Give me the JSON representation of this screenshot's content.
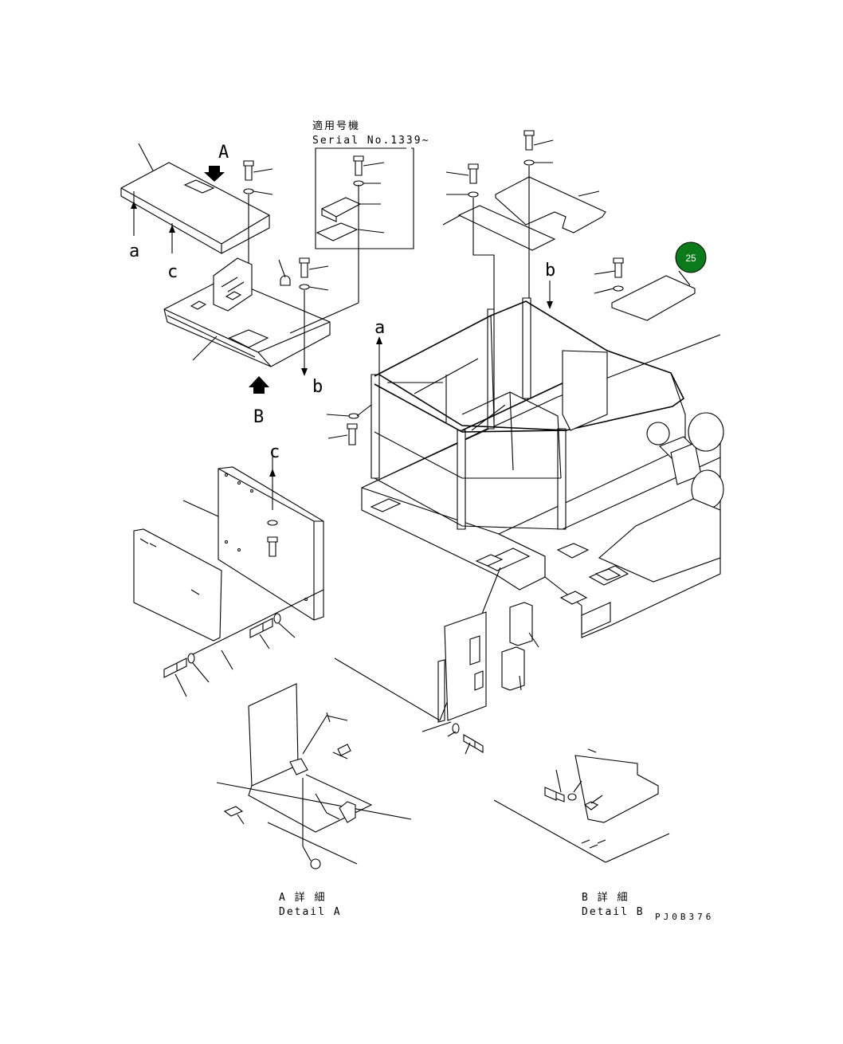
{
  "applicability": {
    "jp": "適用号機",
    "serial": "Serial No.1339~"
  },
  "view_letters": {
    "A_top": "A",
    "B_arrow": "B",
    "a_left": "a",
    "c_left": "c",
    "b_top": "b",
    "b_mid": "b",
    "a_frame": "a",
    "c_panel": "c"
  },
  "details": {
    "detail_a_jp": "A 詳 細",
    "detail_a_en": "Detail A",
    "detail_b_jp": "B 詳 細",
    "detail_b_en": "Detail B"
  },
  "drawing_code": "PJ0B376",
  "callout": {
    "number": "25",
    "color": "#0b7a1a"
  }
}
